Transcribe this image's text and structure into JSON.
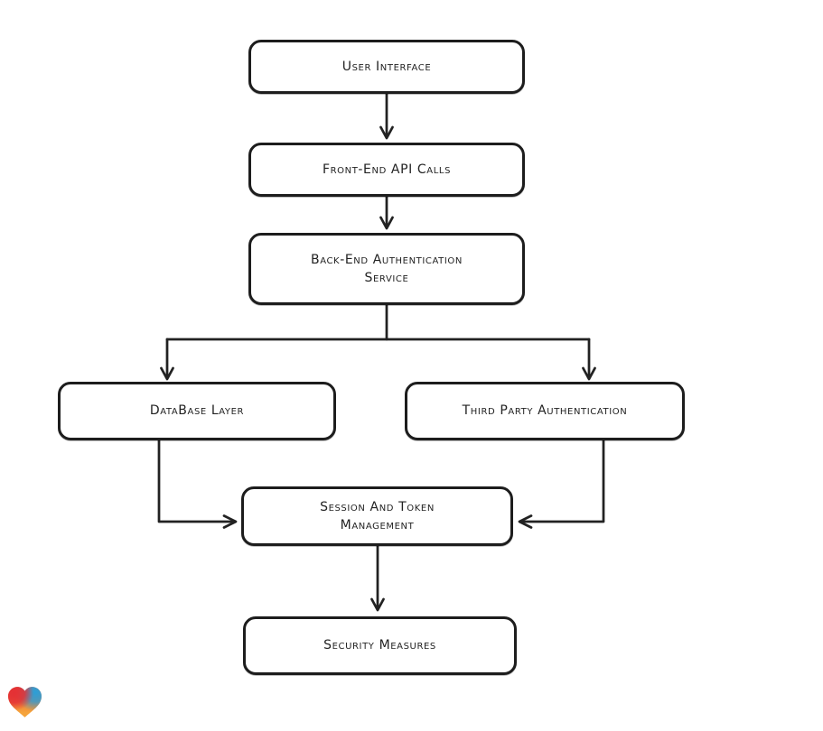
{
  "colors": {
    "background": "#ffffff",
    "stroke": "#1d1d1d",
    "heart_red": "#e43035",
    "heart_blue": "#2b9fd8",
    "heart_orange": "#f5a03a"
  },
  "nodes": {
    "user_interface": {
      "label": "User Interface"
    },
    "frontend_api": {
      "label": "Front-End API Calls"
    },
    "backend_auth": {
      "label": [
        "Back-End Authentication",
        "Service"
      ]
    },
    "database": {
      "label": "DataBase Layer"
    },
    "third_party": {
      "label": "Third Party Authentication"
    },
    "session_token": {
      "label": [
        "Session And Token",
        "Management"
      ]
    },
    "security": {
      "label": "Security Measures"
    }
  },
  "edges": [
    {
      "from": "user_interface",
      "to": "frontend_api"
    },
    {
      "from": "frontend_api",
      "to": "backend_auth"
    },
    {
      "from": "backend_auth",
      "to": "database"
    },
    {
      "from": "backend_auth",
      "to": "third_party"
    },
    {
      "from": "database",
      "to": "session_token"
    },
    {
      "from": "third_party",
      "to": "session_token"
    },
    {
      "from": "session_token",
      "to": "security"
    }
  ]
}
